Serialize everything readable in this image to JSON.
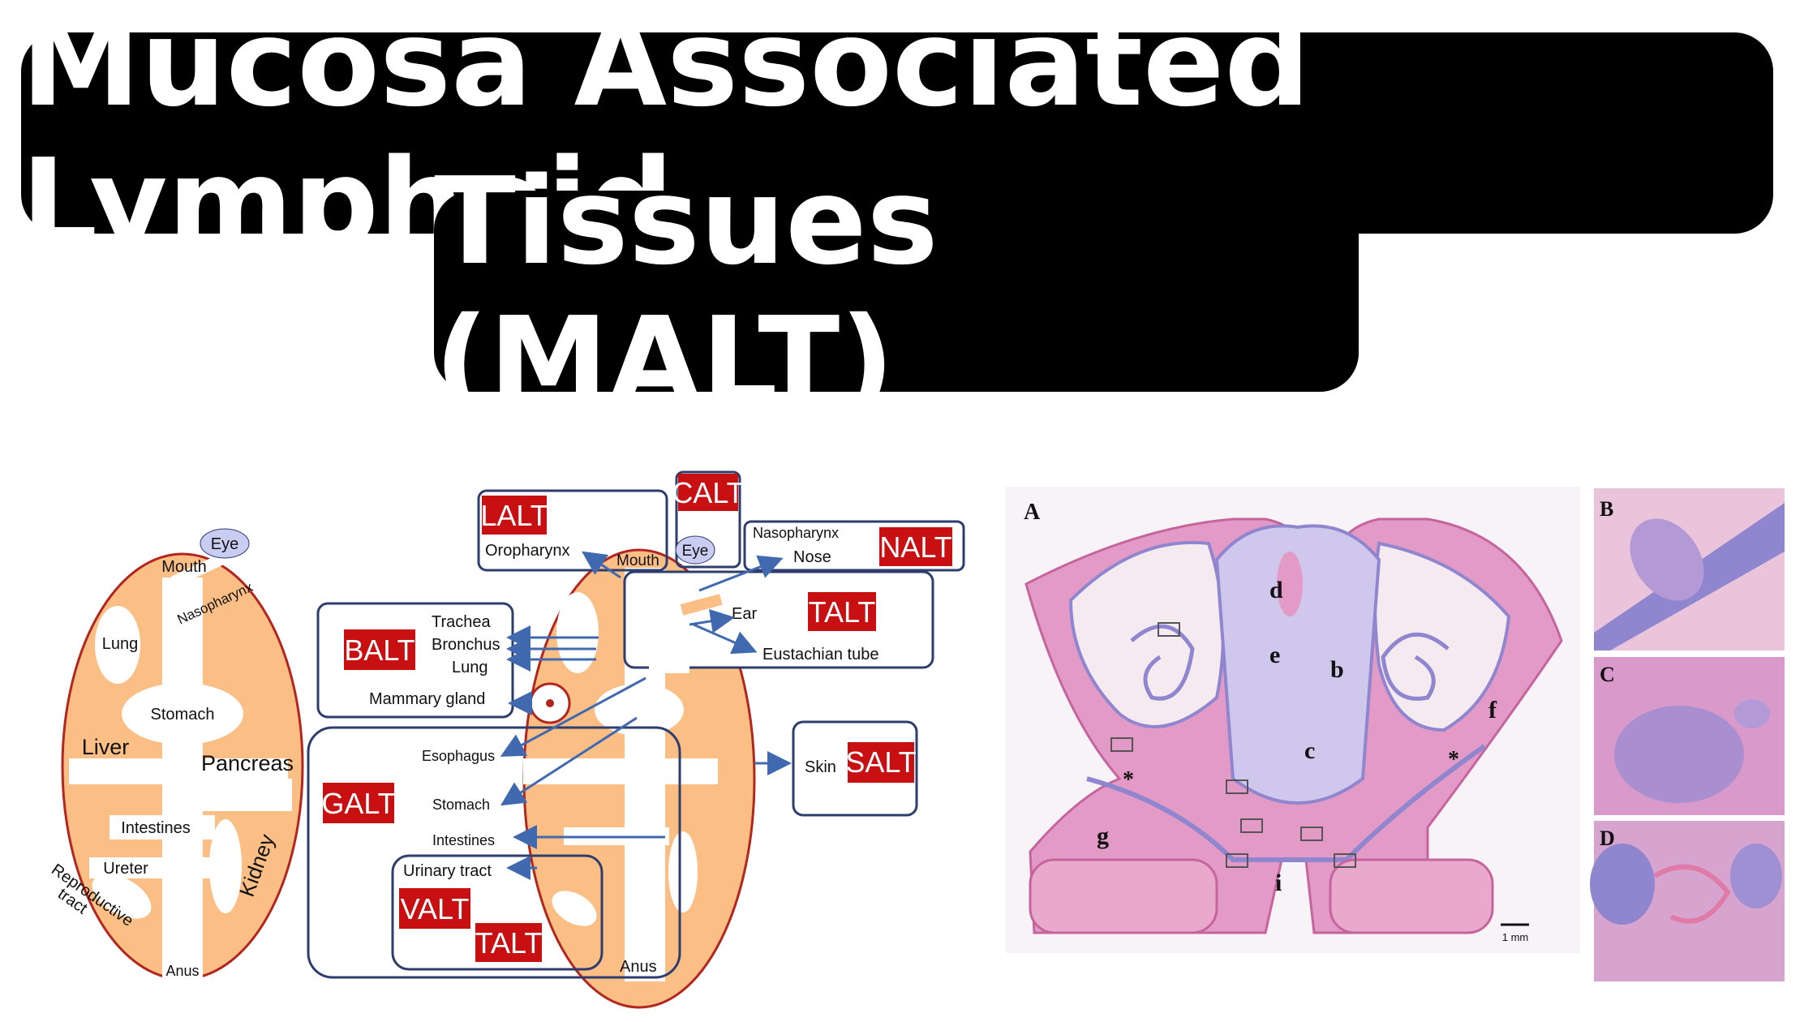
{
  "title": {
    "line1": "Mucosa Associated Lymphoid",
    "line2": "Tissues (MALT)"
  },
  "colors": {
    "body_fill": "#fbbf86",
    "body_outline": "#b3261e",
    "tag_red": "#c80f12",
    "arrow_blue": "#4169b0",
    "box_navy": "#2e3c6e",
    "eye_fill": "#c9cdf2",
    "histo_pink": "#e49ac6",
    "histo_purple": "#8f86cf"
  },
  "left_diagram": {
    "eye": "Eye",
    "mouth": "Mouth",
    "nasopharynx": "Nasopharynx",
    "lung": "Lung",
    "stomach": "Stomach",
    "liver": "Liver",
    "pancreas": "Pancreas",
    "intestines": "Intestines",
    "ureter": "Ureter",
    "reproductive_line1": "Reproductive",
    "reproductive_line2": "tract",
    "kidney": "Kidney",
    "anus": "Anus"
  },
  "right_diagram": {
    "lalt": "LALT",
    "oropharynx": "Oropharynx",
    "mouth": "Mouth",
    "eye": "Eye",
    "calt": "CALT",
    "nasopharynx": "Nasopharynx",
    "nose": "Nose",
    "nalt": "NALT",
    "ear": "Ear",
    "talt_top": "TALT",
    "eustachian": "Eustachian tube",
    "balt": "BALT",
    "trachea": "Trachea",
    "bronchus": "Bronchus",
    "lung": "Lung",
    "mammary": "Mammary gland",
    "galt": "GALT",
    "esophagus": "Esophagus",
    "stomach": "Stomach",
    "intestines": "Intestines",
    "urinary": "Urinary tract",
    "valt": "VALT",
    "talt_bottom": "TALT",
    "skin": "Skin",
    "salt": "SALT",
    "anus": "Anus"
  },
  "histology": {
    "panel_a": "A",
    "panel_b": "B",
    "panel_c": "C",
    "panel_d": "D",
    "label_b": "b",
    "label_c": "c",
    "label_d": "d",
    "label_e": "e",
    "label_f": "f",
    "label_g": "g",
    "label_i": "i",
    "scale": "1 mm"
  }
}
